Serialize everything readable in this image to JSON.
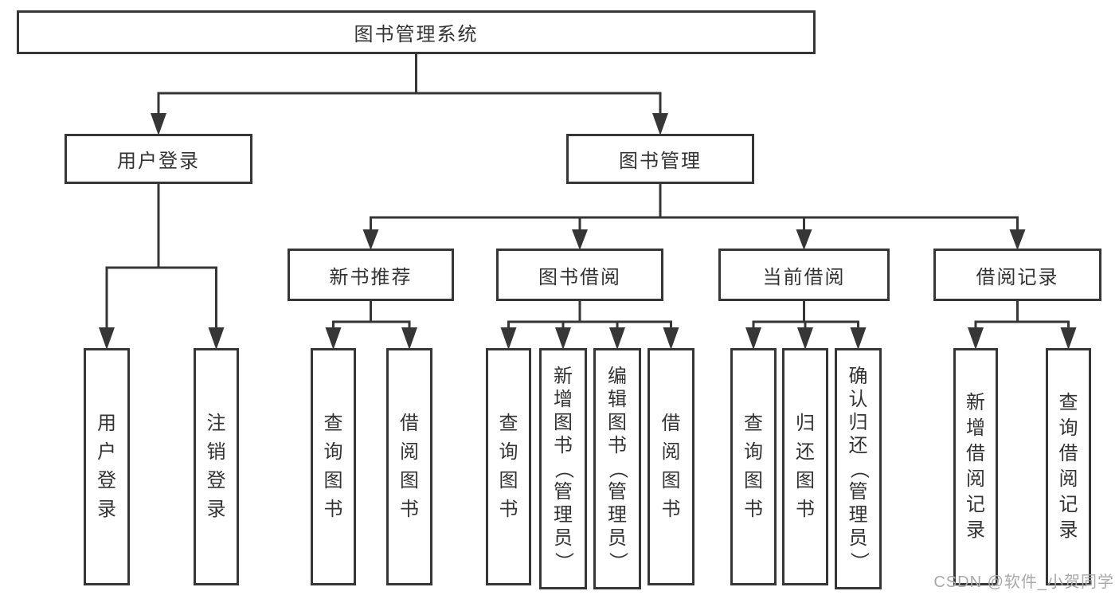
{
  "diagram": {
    "title": "图书管理系统",
    "type": "function-structure-tree",
    "root": {
      "label": "图书管理系统"
    },
    "level1": [
      {
        "label": "用户登录",
        "parent": "图书管理系统"
      },
      {
        "label": "图书管理",
        "parent": "图书管理系统"
      }
    ],
    "level2": [
      {
        "label": "新书推荐",
        "parent": "图书管理"
      },
      {
        "label": "图书借阅",
        "parent": "图书管理"
      },
      {
        "label": "当前借阅",
        "parent": "图书管理"
      },
      {
        "label": "借阅记录",
        "parent": "图书管理"
      }
    ],
    "leaves": [
      {
        "label": "用户登录",
        "parent": "用户登录"
      },
      {
        "label": "注销登录",
        "parent": "用户登录"
      },
      {
        "label": "查询图书",
        "parent": "新书推荐"
      },
      {
        "label": "借阅图书",
        "parent": "新书推荐"
      },
      {
        "label": "查询图书",
        "parent": "图书借阅"
      },
      {
        "label": "新增图书（管理员）",
        "parent": "图书借阅"
      },
      {
        "label": "编辑图书（管理员）",
        "parent": "图书借阅"
      },
      {
        "label": "借阅图书",
        "parent": "图书借阅"
      },
      {
        "label": "查询图书",
        "parent": "当前借阅"
      },
      {
        "label": "归还图书",
        "parent": "当前借阅"
      },
      {
        "label": "确认归还（管理员）",
        "parent": "当前借阅"
      },
      {
        "label": "新增借阅记录",
        "parent": "借阅记录"
      },
      {
        "label": "查询借阅记录",
        "parent": "借阅记录"
      }
    ],
    "watermark": "CSDN @软件_小贺同学",
    "colors": {
      "line": "#363636",
      "box_border": "#363636",
      "text": "#333333",
      "watermark": "#a9a9a9",
      "background": "#ffffff"
    }
  }
}
